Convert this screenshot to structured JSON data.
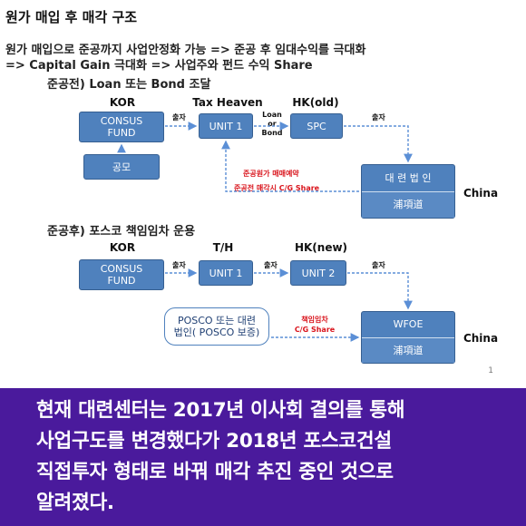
{
  "slide": {
    "title": "원가 매입 후 매각 구조",
    "desc_line1": "원가 매입으로 준공까지 사업안정화 가능 => 준공 후 임대수익를 극대화",
    "desc_line2": "=> Capital Gain 극대화 => 사업주와 펀드 수익 Share",
    "page_number": "1"
  },
  "section1": {
    "heading": "준공전) Loan 또는 Bond 조달",
    "countries": {
      "kor": "KOR",
      "tax": "Tax Heaven",
      "hk": "HK(old)",
      "china": "China"
    },
    "boxes": {
      "fund": "CONSUS\nFUND",
      "gongmo": "공모",
      "unit1": "UNIT 1",
      "spc": "SPC",
      "dalian_top": "대 련 법 인",
      "dalian_bottom": "浦項道"
    },
    "arrow_labels": {
      "invest1": "출자",
      "loan_or_bond": "Loan\nor\nBond",
      "invest2": "출자",
      "red_line1": "준공원가 매매예약",
      "red_line2": "준공전 매각시 C/G Share"
    }
  },
  "section2": {
    "heading": "준공후) 포스코 책임임차 운용",
    "countries": {
      "kor": "KOR",
      "th": "T/H",
      "hk": "HK(new)",
      "china": "China"
    },
    "boxes": {
      "fund": "CONSUS\nFUND",
      "unit1": "UNIT 1",
      "unit2": "UNIT 2",
      "posco": "POSCO 또는 대련\n법인( POSCO 보증)",
      "wfoe_top": "WFOE",
      "wfoe_bottom": "浦項道"
    },
    "arrow_labels": {
      "invest1": "출자",
      "invest2": "출자",
      "invest3": "출자",
      "red_line1": "책임임차",
      "red_line2": "C/G Share"
    }
  },
  "caption": {
    "line1": "현재 대련센터는 2017년 이사회 결의를 통해",
    "line2": "사업구도를 변경했다가 2018년 포스코건설",
    "line3": "직접투자 형태로 바꿔 매각 추진 중인 것으로",
    "line4": "알려졌다."
  },
  "colors": {
    "box_fill": "#4f81bd",
    "arrow_blue": "#5b8fd6",
    "label_red": "#d9141c",
    "caption_bg": "#4a1a9c"
  }
}
